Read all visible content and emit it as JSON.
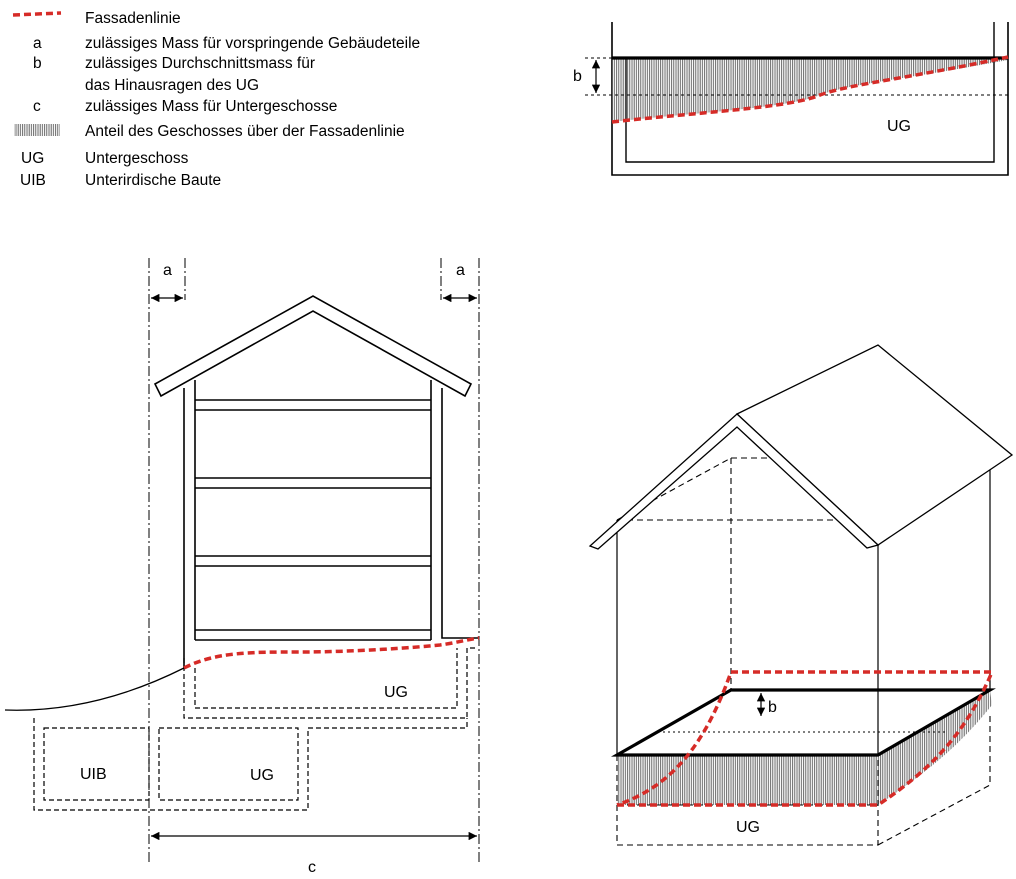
{
  "legend": [
    {
      "symbol": "",
      "text": "Fassadenlinie"
    },
    {
      "symbol": "a",
      "text": "zulässiges Mass für vorspringende Gebäudeteile"
    },
    {
      "symbol": "b",
      "text": "zulässiges Durchschnittsmass für"
    },
    {
      "symbol": "",
      "text": "das Hinausragen des UG"
    },
    {
      "symbol": "c",
      "text": "zulässiges Mass für Untergeschosse"
    },
    {
      "symbol": "",
      "text": "Anteil des Geschosses über der Fassadenlinie"
    },
    {
      "symbol": "UG",
      "text": "Untergeschoss"
    },
    {
      "symbol": "UIB",
      "text": "Unterirdische Baute"
    }
  ],
  "section_detail": {
    "dim_label": "b",
    "room_label": "UG"
  },
  "elevation": {
    "dim_left": "a",
    "dim_right": "a",
    "dim_bottom": "c",
    "ug_label": "UG",
    "uib_label": "UIB",
    "ug2_label": "UG"
  },
  "axonometric": {
    "dim_label": "b",
    "ug_label": "UG"
  },
  "colors": {
    "facade_line": "#d62b27",
    "line": "#000000",
    "hatch": "#444444"
  }
}
